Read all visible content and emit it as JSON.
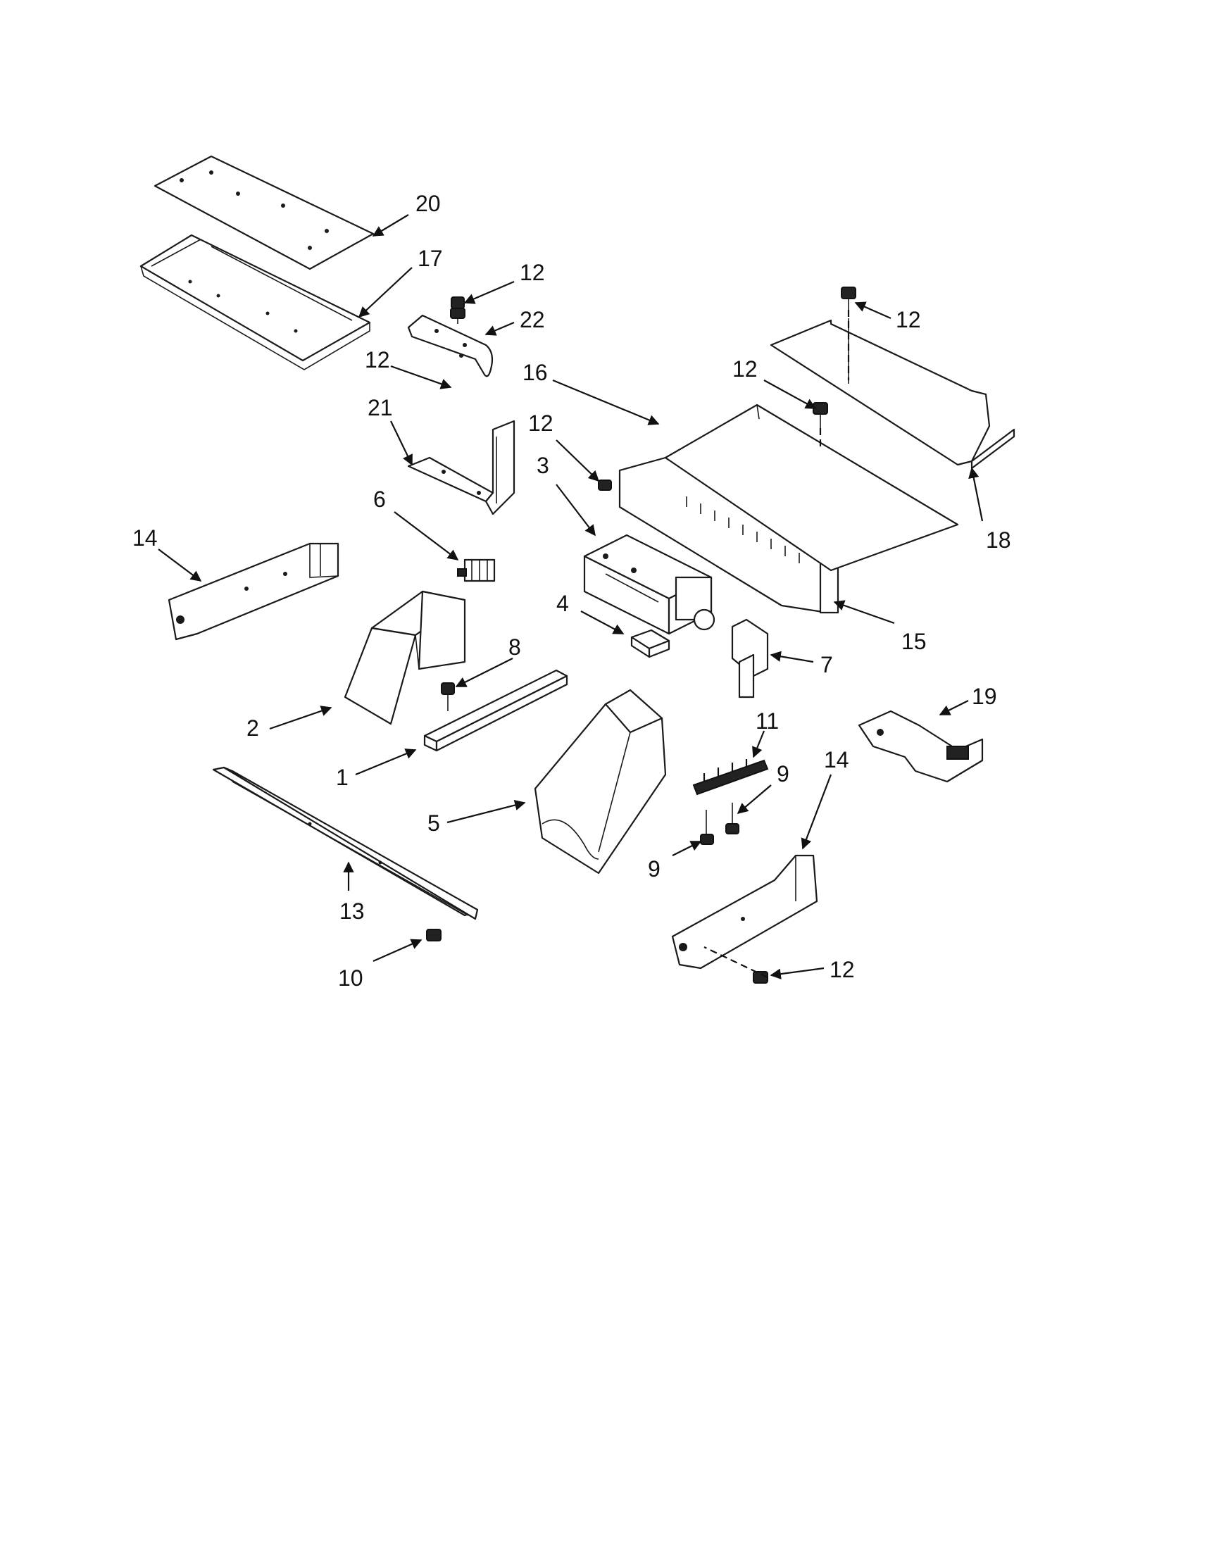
{
  "callouts": {
    "p1": "1",
    "p2": "2",
    "p3": "3",
    "p4": "4",
    "p5": "5",
    "p6": "6",
    "p7": "7",
    "p8": "8",
    "p9a": "9",
    "p9b": "9",
    "p10": "10",
    "p11": "11",
    "p12a": "12",
    "p12b": "12",
    "p12c": "12",
    "p12d": "12",
    "p12e": "12",
    "p12f": "12",
    "p13": "13",
    "p14a": "14",
    "p14b": "14",
    "p15": "15",
    "p16": "16",
    "p17": "17",
    "p18": "18",
    "p19": "19",
    "p20": "20",
    "p21": "21",
    "p22": "22"
  }
}
